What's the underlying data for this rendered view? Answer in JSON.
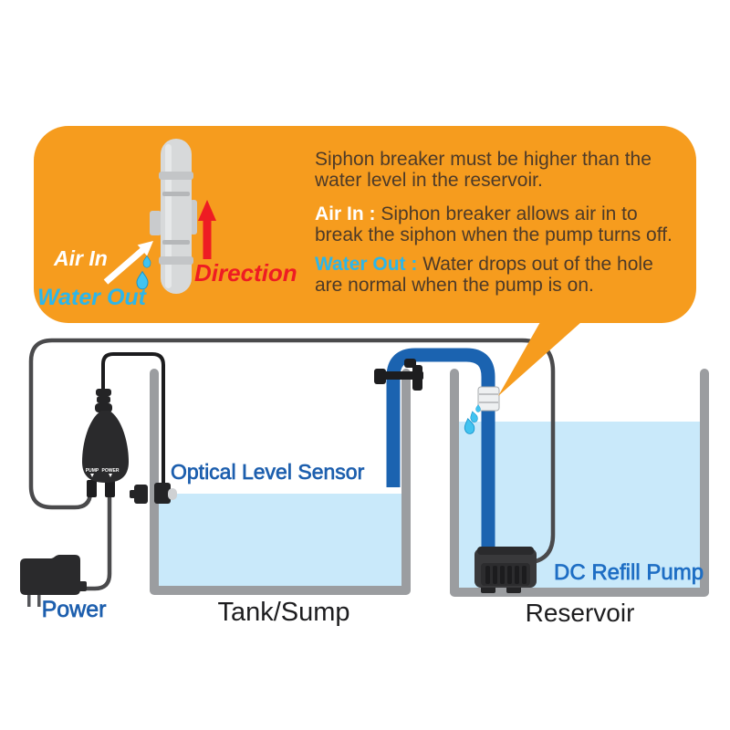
{
  "callout": {
    "intro_line1": "Siphon breaker must be higher than the",
    "intro_line2": "water level in the reservoir.",
    "air_in_heading": "Air In :",
    "air_in_line1": " Siphon breaker allows air in to",
    "air_in_line2": "break the siphon when the pump turns off.",
    "water_out_heading": "Water Out :",
    "water_out_line1": " Water drops out of the hole",
    "water_out_line2": "are normal when the pump is on.",
    "labels": {
      "air_in": "Air In",
      "water_out": "Water Out",
      "direction": "Direction"
    }
  },
  "diagram": {
    "optical_sensor_label": "Optical Level Sensor",
    "power_label": "Power",
    "tank_label": "Tank/Sump",
    "pump_label": "DC Refill Pump",
    "reservoir_label": "Reservoir",
    "controller_ports": {
      "pump": "PUMP",
      "power": "POWER"
    }
  },
  "colors": {
    "callout_orange": "#F69C1E",
    "callout_text": "#4d3a28",
    "cyan_accent": "#2cb6ea",
    "red_accent": "#ee1c23",
    "label_blue": "#1d5fae",
    "tube_blue": "#1b63b0",
    "water_blue": "#c9e9fa",
    "wall_gray": "#9b9da0"
  }
}
